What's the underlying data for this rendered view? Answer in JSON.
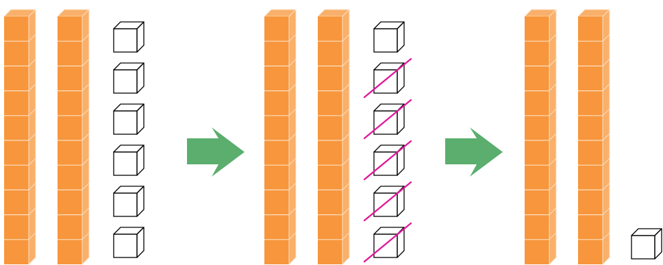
{
  "colors": {
    "rod_fill": "#F7963C",
    "rod_side": "#F9B06A",
    "rod_line": "#FDE0C2",
    "arrow": "#5BAE6E",
    "strike": "#E0199A",
    "cube_stroke": "#000000",
    "background": "#FFFFFF"
  },
  "panels": [
    {
      "ten_rods": 2,
      "unit_cubes": 6,
      "crossed_out": 0
    },
    {
      "ten_rods": 2,
      "unit_cubes": 6,
      "crossed_out": 5
    },
    {
      "ten_rods": 2,
      "unit_cubes": 1,
      "crossed_out": 0
    }
  ],
  "arrows": [
    {
      "icon": "right-arrow-icon",
      "from_panel": 1,
      "to_panel": 2
    },
    {
      "icon": "right-arrow-icon",
      "from_panel": 2,
      "to_panel": 3
    }
  ]
}
